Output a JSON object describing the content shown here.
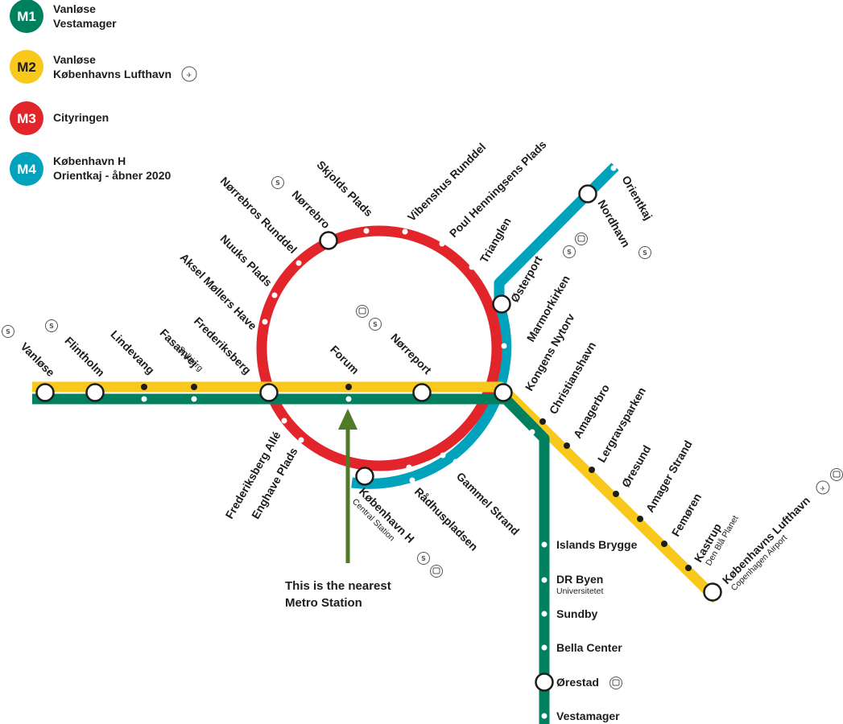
{
  "colors": {
    "m1": "#00805e",
    "m2": "#f8c91c",
    "m3": "#e2252a",
    "m4": "#00a3bb",
    "arrow": "#4f7a28"
  },
  "legend": [
    {
      "code": "M1",
      "line1": "Vanløse",
      "line2": "Vestamager"
    },
    {
      "code": "M2",
      "line1": "Vanløse",
      "line2": "Københavns Lufthavn"
    },
    {
      "code": "M3",
      "line1": "Cityringen",
      "line2": ""
    },
    {
      "code": "M4",
      "line1": "København H",
      "line2": "Orientkaj - åbner 2020"
    }
  ],
  "stations": {
    "vanlose": "Vanløse",
    "flintholm": "Flintholm",
    "lindevang": "Lindevang",
    "fasanvej": "Fasanvej",
    "fasanvej_sub": "Solbjerg",
    "frederiksberg": "Frederiksberg",
    "forum": "Forum",
    "norreport": "Nørreport",
    "kongens_nytorv": "Kongens Nytorv",
    "christianshavn": "Christianshavn",
    "amagerbro": "Amagerbro",
    "lergravsparken": "Lergravsparken",
    "oresund": "Øresund",
    "amager_strand": "Amager Strand",
    "femoren": "Femøren",
    "kastrup": "Kastrup",
    "kastrup_sub": "Den Blå Planet",
    "lufthavn": "Københavns Lufthavn",
    "lufthavn_sub": "Copenhagen Airport",
    "islands_brygge": "Islands Brygge",
    "dr_byen": "DR Byen",
    "dr_byen_sub": "Universitetet",
    "sundby": "Sundby",
    "bella_center": "Bella Center",
    "orestad": "Ørestad",
    "vestamager": "Vestamager",
    "aksel_mollers_have": "Aksel Møllers Have",
    "nuuks_plads": "Nuuks Plads",
    "norrebros_runddel": "Nørrebros Runddel",
    "norrebro": "Nørrebro",
    "skjolds_plads": "Skjolds Plads",
    "vibenshus_runddel": "Vibenshus Runddel",
    "poul_henningsens_plads": "Poul Henningsens Plads",
    "trianglen": "Trianglen",
    "osterport": "Østerport",
    "marmorkirken": "Marmorkirken",
    "gammel_strand": "Gammel Strand",
    "radhuspladsen": "Rådhuspladsen",
    "kobenhavn_h": "København H",
    "kobenhavn_h_sub": "Central Station",
    "enghave_plads": "Enghave Plads",
    "frederiksberg_alle": "Frederiksberg Allé",
    "nordhavn": "Nordhavn",
    "orientkaj": "Orientkaj"
  },
  "note": {
    "line1": "This is the nearest",
    "line2": "Metro Station"
  },
  "icons": {
    "s_train": "S",
    "train": "train-icon",
    "plane": "✈"
  }
}
